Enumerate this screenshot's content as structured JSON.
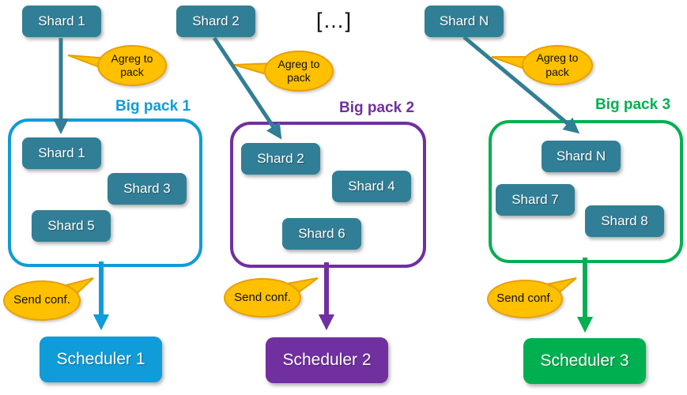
{
  "ellipsis_label": "[…]",
  "colors": {
    "shard_teal": "#317F96",
    "blue": "#0F9CD8",
    "purple": "#7030A0",
    "green": "#00B050",
    "bubble_fill": "#FFC000",
    "bubble_border": "#E8A000"
  },
  "columns": [
    {
      "source_shard": "Shard 1",
      "agreg_label": "Agreg to pack",
      "pack_label": "Big pack 1",
      "pack_shards": [
        "Shard 1",
        "Shard 3",
        "Shard 5"
      ],
      "send_label": "Send conf.",
      "scheduler": "Scheduler 1"
    },
    {
      "source_shard": "Shard 2",
      "agreg_label": "Agreg to pack",
      "pack_label": "Big pack 2",
      "pack_shards": [
        "Shard 2",
        "Shard 4",
        "Shard 6"
      ],
      "send_label": "Send conf.",
      "scheduler": "Scheduler 2"
    },
    {
      "source_shard": "Shard N",
      "agreg_label": "Agreg to pack",
      "pack_label": "Big pack 3",
      "pack_shards": [
        "Shard N",
        "Shard 7",
        "Shard 8"
      ],
      "send_label": "Send conf.",
      "scheduler": "Scheduler 3"
    }
  ]
}
